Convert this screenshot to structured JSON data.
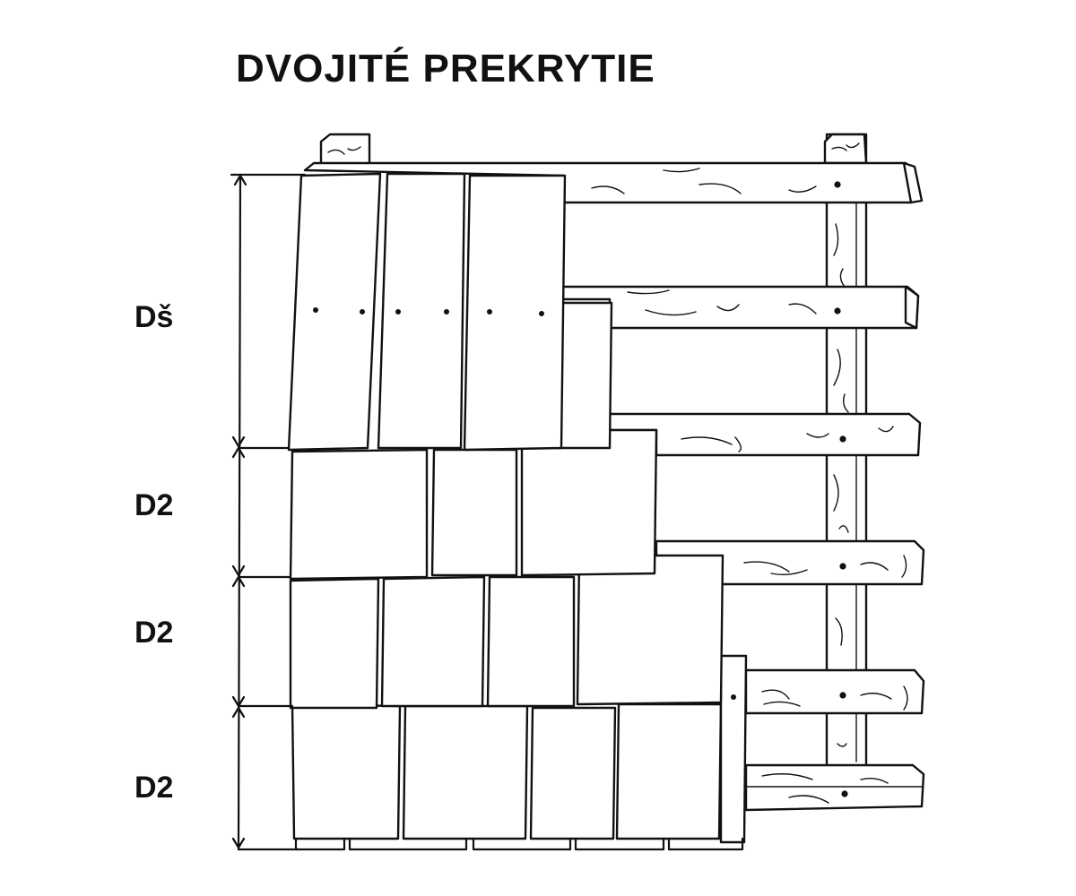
{
  "title": "DVOJITÉ PREKRYTIE",
  "dimensions": [
    {
      "label": "Dš"
    },
    {
      "label": "D2"
    },
    {
      "label": "D2"
    },
    {
      "label": "D2"
    }
  ]
}
